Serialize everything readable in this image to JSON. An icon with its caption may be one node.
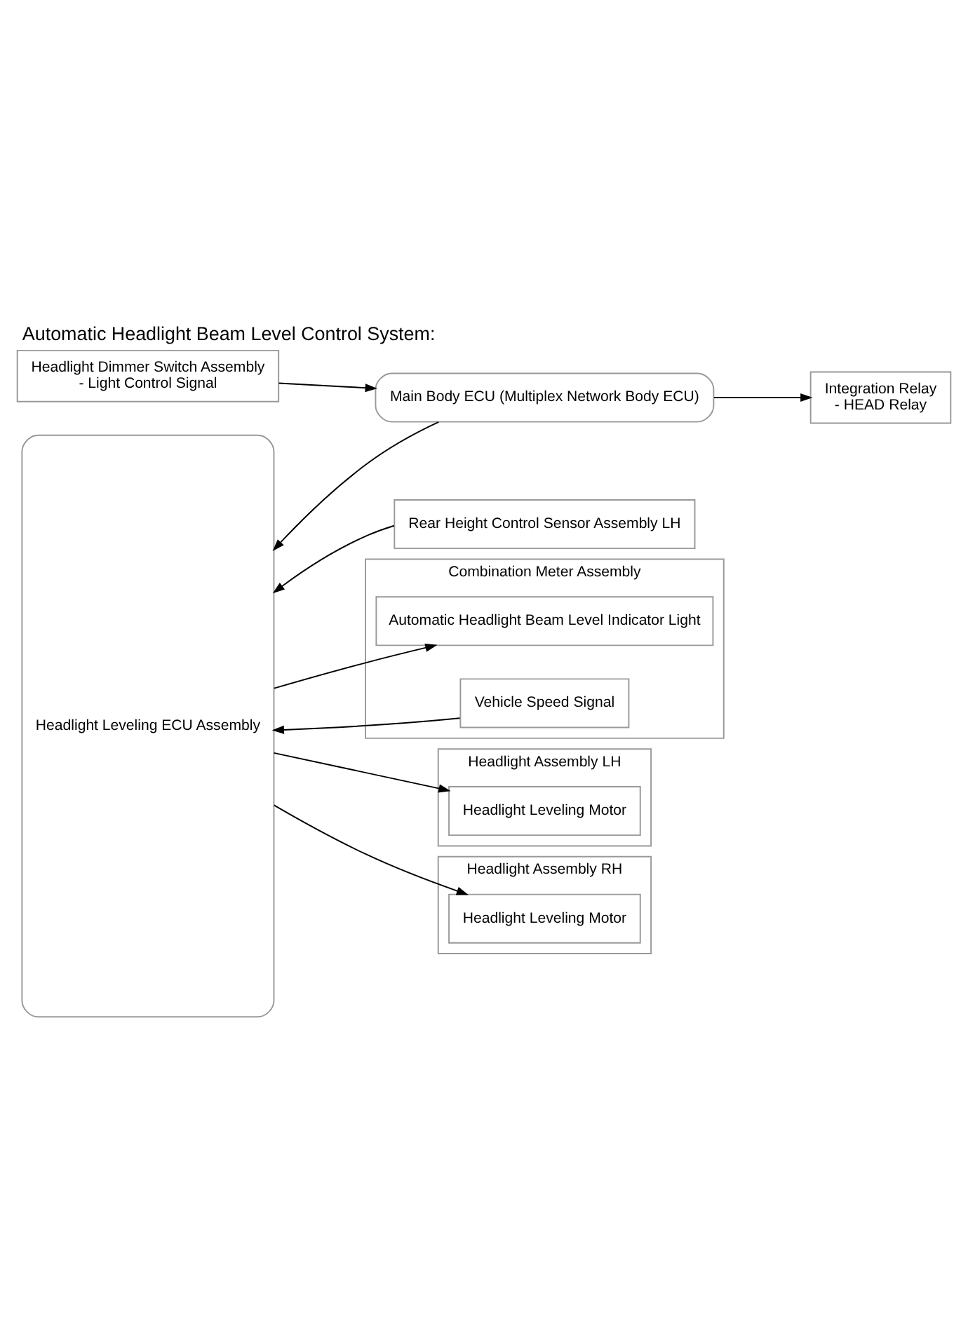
{
  "diagram": {
    "title": "Automatic Headlight Beam Level Control System:",
    "nodes": [
      {
        "text": [
          "Headlight Leveling ECU Assembly"
        ]
      },
      {
        "text": [
          "Integration Relay",
          "- HEAD Relay"
        ]
      },
      {
        "text": [
          "Main Body ECU (Multiplex Network Body ECU)"
        ]
      },
      {
        "text": [
          "Headlight Dimmer Switch Assembly",
          "- Light Control Signal"
        ]
      },
      {
        "text": [
          "Rear Height Control Sensor Assembly LH"
        ]
      },
      {
        "text": [
          "Combination Meter Assembly"
        ]
      },
      {
        "text": [
          "Automatic Headlight Beam Level Indicator Light"
        ],
        "in": 5
      },
      {
        "text": [
          "Vehicle Speed Signal"
        ],
        "in": 5
      },
      {
        "text": [
          "Headlight Assembly LH"
        ]
      },
      {
        "text": [
          "Headlight Leveling Motor"
        ],
        "in": 8
      },
      {
        "text": [
          "Headlight Assembly RH"
        ]
      },
      {
        "text": [
          "Headlight Leveling Motor"
        ],
        "in": 10
      }
    ],
    "edges": [
      {
        "from": 3,
        "to": 2,
        "arrow": "to"
      },
      {
        "from": 2,
        "to": 0,
        "arrow": "to"
      },
      {
        "from": 2,
        "to": 1,
        "arrow": "to"
      },
      {
        "from": 4,
        "to": 0,
        "arrow": "to"
      },
      {
        "from": 0,
        "to": 6,
        "arrow": "to"
      },
      {
        "from": 7,
        "to": 0,
        "arrow": "to"
      },
      {
        "from": 0,
        "to": 9,
        "arrow": "to"
      },
      {
        "from": 0,
        "to": 11,
        "arrow": "to"
      }
    ]
  }
}
